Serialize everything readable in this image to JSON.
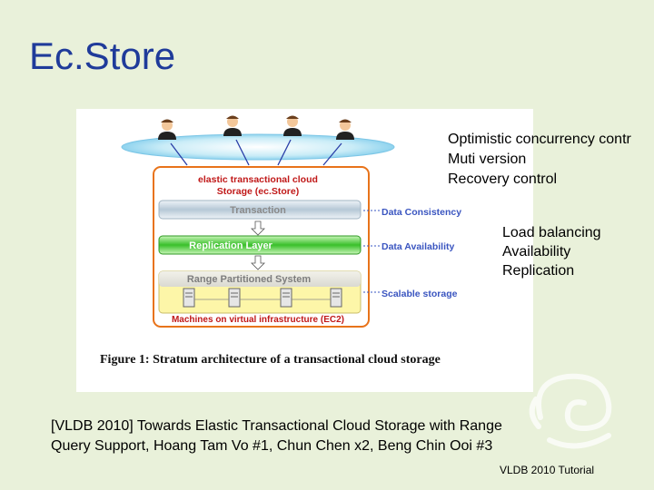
{
  "slide": {
    "title": "Ec.Store",
    "notes_top": [
      "Optimistic concurrency contr",
      "Muti version",
      "Recovery control"
    ],
    "notes_mid": [
      "Load balancing",
      "Availability",
      "Replication"
    ],
    "citation": "[VLDB 2010] Towards Elastic Transactional Cloud Storage with Range Query Support, Hoang Tam Vo #1, Chun Chen x2, Beng Chin Ooi #3",
    "footer": "VLDB 2010 Tutorial"
  },
  "figure": {
    "box_title_1": "elastic transactional cloud",
    "box_title_2": "Storage (ec.Store)",
    "layer_transaction": "Transaction",
    "layer_replication": "Replication Layer",
    "layer_range": "Range Partitioned System",
    "machines_label": "Machines on virtual infrastructure (EC2)",
    "side_consistency": "Data Consistency",
    "side_availability": "Data Availability",
    "side_scalable": "Scalable storage",
    "caption": "Figure 1: Stratum architecture of a transactional cloud storage",
    "colors": {
      "orange": "#e8731a",
      "green": "#39c02a",
      "yellow": "#fdf6a8",
      "blue": "#3a55c0"
    }
  }
}
